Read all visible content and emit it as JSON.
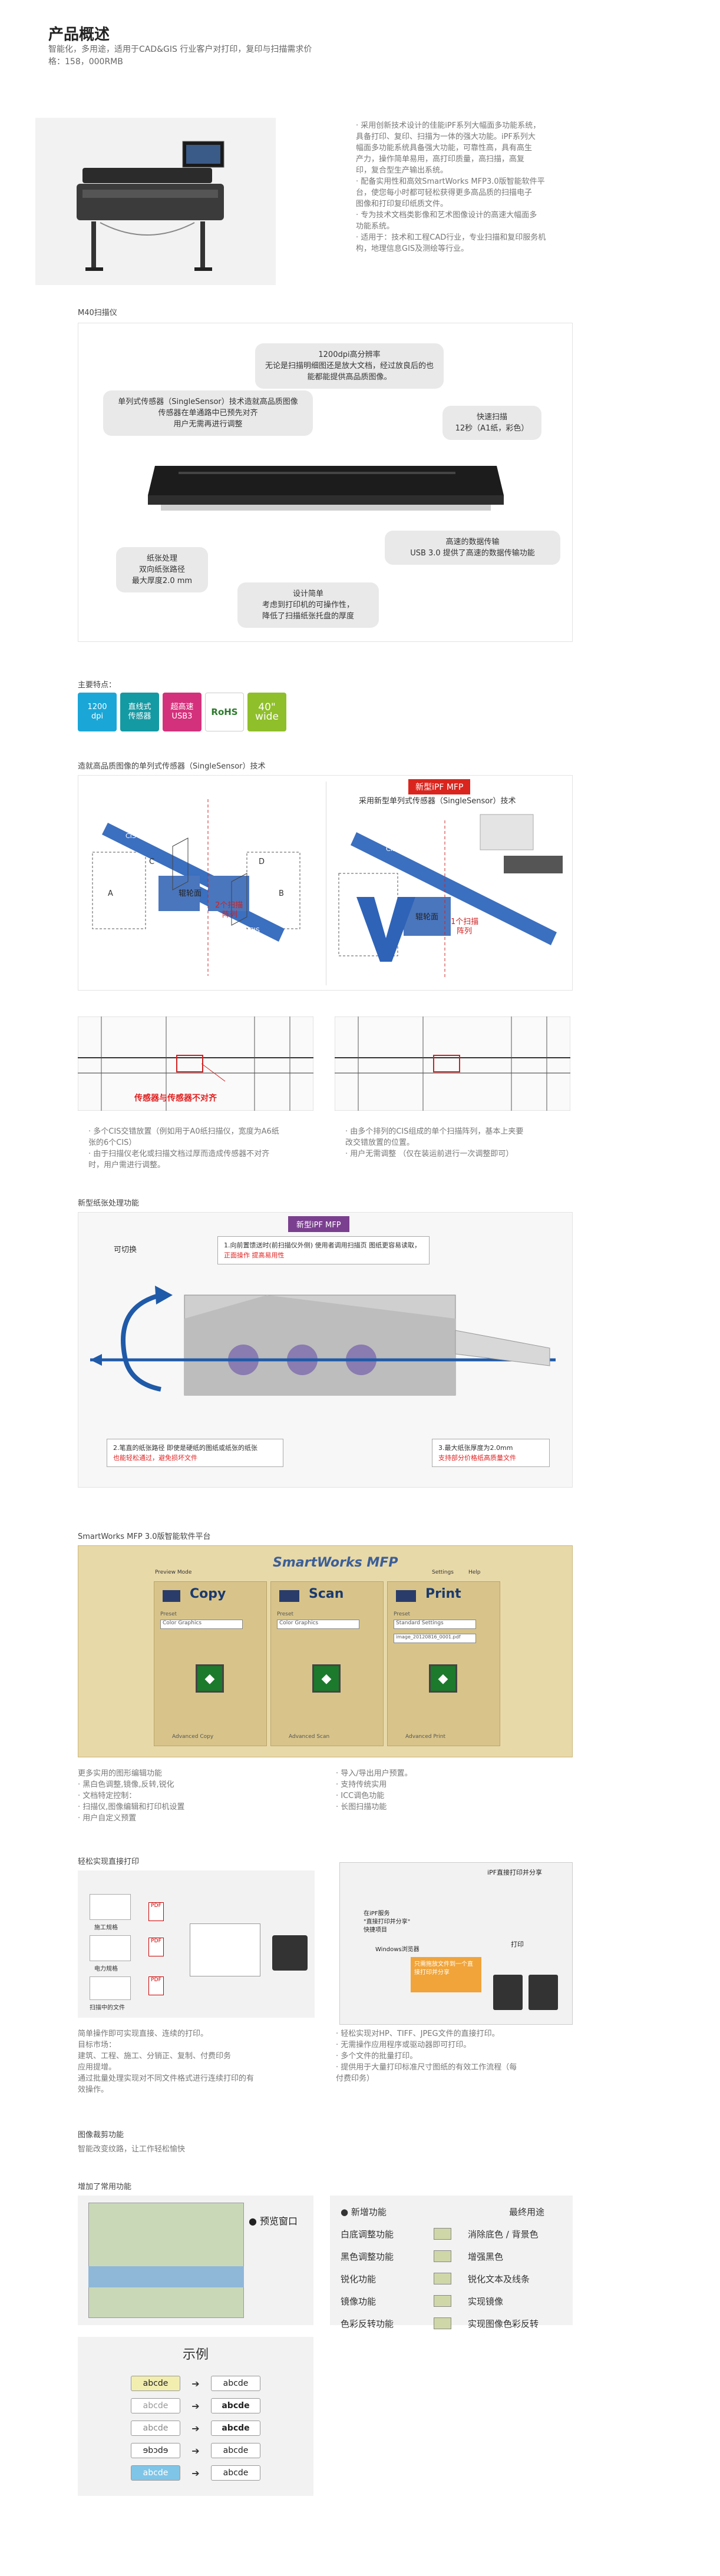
{
  "header": {
    "title": "产品概述",
    "subtitle_line1": "智能化，多用途，适用于CAD&GIS 行业客户对打印，复印与扫描需求价",
    "subtitle_line2": "格：158，000RMB"
  },
  "overview": {
    "bullets": [
      "· 采用创新技术设计的佳能iPF系列大幅面多功能系统，",
      "  具备打印、复印、扫描为一体的强大功能。iPF系列大",
      "  幅面多功能系统具备强大功能，可靠性高，具有高生",
      "  产力，操作简单易用，高打印质量，高扫描，高复",
      "  印，复合型生产输出系统。",
      "· 配备实用性和高效SmartWorks MFP3.0版智能软件平",
      "  台，使您每小时都可轻松获得更多高品质的扫描电子",
      "  图像和打印复印纸质文件。",
      "· 专为技术文档类影像和艺术图像设计的高速大幅面多",
      "  功能系统。",
      "· 适用于：技术和工程CAD行业，专业扫描和复印服务机",
      "  构，地理信息GIS及测绘等行业。"
    ]
  },
  "m40": {
    "label": "M40扫描仪",
    "callout_top_1": "1200dpi高分辨率",
    "callout_top_2": "无论是扫描明细图还是放大文档，经过放良后的也",
    "callout_top_3": "能都能提供高品质图像。",
    "callout_sensor_1": "单列式传感器（SingleSensor）技术造就高品质图像",
    "callout_sensor_2": "传感器在单通路中已预先对齐",
    "callout_sensor_3": "用户无需再进行调整",
    "callout_fast_1": "快速扫描",
    "callout_fast_2": "12秒（A1纸，彩色）",
    "callout_paper_1": "纸张处理",
    "callout_paper_2": "双向纸张路径",
    "callout_paper_3": "最大厚度2.0 mm",
    "callout_usb_1": "高速的数据传输",
    "callout_usb_2": "USB 3.0 提供了高速的数据传输功能",
    "callout_design_1": "设计简单",
    "callout_design_2": "考虑到打印机的可操作性，",
    "callout_design_3": "降低了扫描纸张托盘的厚度"
  },
  "features": {
    "label": "主要特点：",
    "badges": [
      {
        "line1": "1200",
        "line2": "dpi",
        "color": "#1aa7d8"
      },
      {
        "line1": "直线式",
        "line2": "传感器",
        "color": "#149aa3"
      },
      {
        "line1": "超高速",
        "line2": "USB3",
        "color": "#d4317c"
      },
      {
        "line1": "RoHS",
        "line2": "",
        "color": "#ffffff"
      },
      {
        "line1": "40\"",
        "line2": "wide",
        "color": "#8fbf2a"
      }
    ]
  },
  "sensor": {
    "label": "造就高品质图像的单列式传感器（SingleSensor）技术",
    "new_tag": "新型iPF MFP",
    "new_desc": "采用新型单列式传感器（SingleSensor）技术",
    "left_caption_1": "2个扫描",
    "left_caption_2": "阵列",
    "right_caption_1": "1个扫描",
    "right_caption_2": "阵列",
    "center_label": "辊轮面",
    "letters": {
      "a": "A",
      "b": "B",
      "c": "C",
      "d": "D"
    },
    "cis": "CIS"
  },
  "compare": {
    "left_warning": "传感器与传感器不对齐",
    "left_bullets": [
      "· 多个CIS交错放置（例如用于A0纸扫描仪，宽度为A6纸",
      "  张的6个CIS）",
      "· 由于扫描仪老化或扫描文档过厚而造成传感器不对齐",
      "  时，用户需进行调整。"
    ],
    "right_bullets": [
      "· 由多个排列的CIS组成的单个扫描阵列，基本上夹要",
      "  改交错放置的位置。",
      "· 用户无需调整 （仅在装运前进行一次调整即可）"
    ]
  },
  "paper_path": {
    "label": "新型纸张处理功能",
    "tag": "新型iPF MFP",
    "switch_label": "可切换",
    "note1_1": "1.向前置馈送时(前扫描仪外侧) 使用者调用扫描页 图纸更容易读取，",
    "note1_2": "正面操作 提高易用性",
    "note2_1": "2.笔直的纸张路径 即使是硬纸的图纸或纸张的纸张",
    "note2_2": "也能轻松通过，避免损坏文件",
    "note3_1": "3.最大纸张厚度为2.0mm",
    "note3_2": "支持部分价格纸高质量文件"
  },
  "smartworks": {
    "label": "SmartWorks MFP 3.0版智能软件平台",
    "app_title": "SmartWorks MFP",
    "toolbar": [
      "Preview Mode",
      "Settings",
      "Help"
    ],
    "panels": [
      {
        "title": "Copy",
        "preset_label": "Preset",
        "preset": "Color Graphics",
        "footer": "Advanced Copy"
      },
      {
        "title": "Scan",
        "preset_label": "Preset",
        "preset": "Color Graphics",
        "footer": "Advanced Scan"
      },
      {
        "title": "Print",
        "preset_label": "Preset",
        "preset": "Standard Settings",
        "file": "image_20120816_0001.pdf",
        "footer": "Advanced Print"
      }
    ],
    "left_list": [
      "更多实用的图形编辑功能",
      "· 黑白色调整,镜像,反转,锐化",
      "· 文档特定控制：",
      "· 扫描仪,图像编辑和打印机设置",
      "· 用户自定义预置"
    ],
    "right_list": [
      "· 导入/导出用户预置。",
      "· 支持传统实用",
      "· ICC调色功能",
      "· 长图扫描功能"
    ]
  },
  "direct_print": {
    "label": "轻松实现直接打印",
    "left_icons": [
      "施工规格",
      "电力规格",
      "扫描中的文件"
    ],
    "right_box_title": "iPF直接打印并分享",
    "right_label_1": "在iPF服务",
    "right_label_2": "\"直接打印并分享\"",
    "right_label_3": "快捷项目",
    "right_label_4": "Windows浏览器",
    "right_label_5": "打印",
    "right_center": "只需拖放文件到一个直接打印并分享",
    "left_text": [
      "简单操作即可实现直接、连续的打印。",
      "目标市场：",
      "建筑、工程、施工、分销正、复制、付费印务",
      "应用提增。",
      "通过批量处理实现对不同文件格式进行连续打印的有",
      "效操作。"
    ],
    "right_text": [
      "· 轻松实现对HP、TIFF、JPEG文件的直接打印。",
      "· 无需操作应用程序或驱动器即可打印。",
      "· 多个文件的批量打印。",
      "· 提供用于大量打印标准尺寸图纸的有效工作流程（每",
      "  付费印务）"
    ]
  },
  "image_cut": {
    "label": "图像裁剪功能",
    "desc": "智能改变纹路，让工作轻松愉快"
  },
  "functions": {
    "label": "增加了常用功能",
    "preview": "● 预览窗口",
    "header_left": "● 新增功能",
    "header_right": "最终用途",
    "rows": [
      {
        "left": "白底调整功能",
        "right": "消除底色 / 背景色"
      },
      {
        "left": "黑色调整功能",
        "right": "增强黑色"
      },
      {
        "left": "锐化功能",
        "right": "锐化文本及线条"
      },
      {
        "left": "镜像功能",
        "right": "实现镜像"
      },
      {
        "left": "色彩反转功能",
        "right": "实现图像色彩反转"
      }
    ],
    "example_title": "示例",
    "examples": [
      {
        "before": "abcde",
        "after": "abcde"
      },
      {
        "before": "abcde",
        "after": "abcde"
      },
      {
        "before": "abcde",
        "after": "abcde"
      },
      {
        "before": "ebcde",
        "after": "abcde"
      },
      {
        "before": "abcde",
        "after": "abcde"
      }
    ]
  }
}
